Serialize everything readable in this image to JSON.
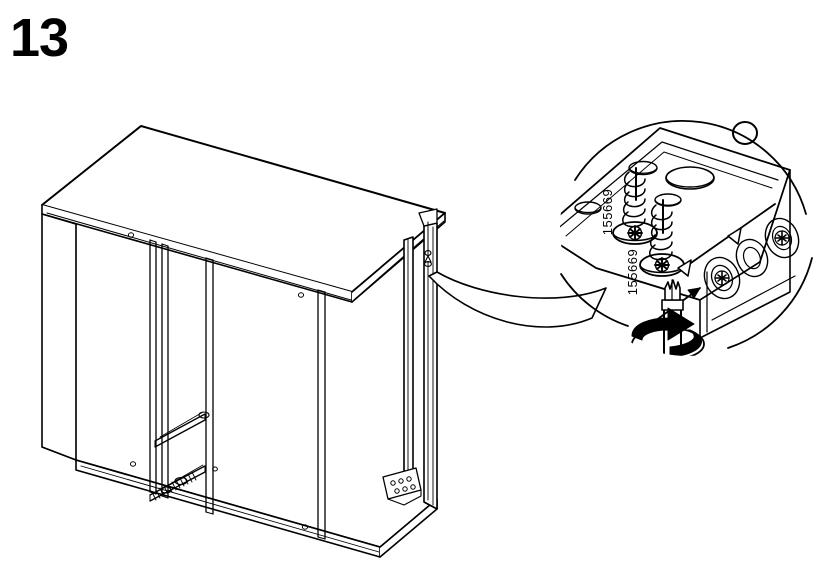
{
  "step": {
    "number": "13"
  },
  "illustration": {
    "type": "furniture-assembly-line-drawing",
    "subject": "cabinet-frame",
    "view": "three-quarter-perspective",
    "description": "Open cabinet carcass shown in isometric line art with side panels, top panel, bottom panel, two internal vertical dividers and horizontal drawer rails.",
    "detail_callout": {
      "shape": "circle",
      "connector": "curved-tapered-pointer",
      "target": "right-rear-corner-bracket",
      "contents": "two screws driven into corner fitting with screwdriver"
    }
  },
  "parts": [
    {
      "id": "screw-upper",
      "label": "155669"
    },
    {
      "id": "screw-lower",
      "label": "155669"
    }
  ],
  "tools": [
    {
      "id": "screwdriver",
      "name": "screwdriver",
      "action": "rotate-clockwise"
    }
  ],
  "icons": {
    "rotation_arrow": "rotate-clockwise-arrow-icon",
    "insertion_arrow": "insertion-arrow-icon",
    "screwdriver": "screwdriver-icon",
    "screw": "screw-icon"
  },
  "colors": {
    "line": "#000000",
    "fill": "#ffffff",
    "background": "#ffffff"
  }
}
